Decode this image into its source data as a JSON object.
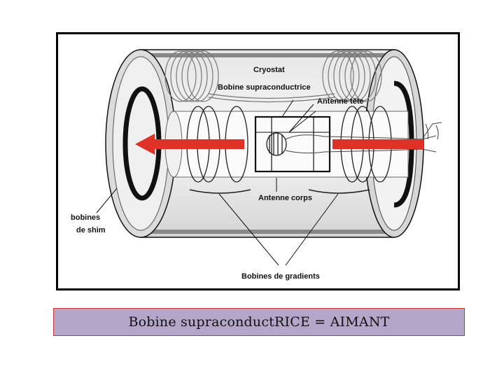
{
  "diagram": {
    "labels": {
      "cryostat": "Cryostat",
      "bobine_supra": "Bobine supraconductrice",
      "antenne_tete": "Antenne tête",
      "antenne_corps": "Antenne corps",
      "bobines_shim_line1": "bobines",
      "bobines_shim_line2": "de shim",
      "bobines_gradients": "Bobines de gradients"
    },
    "colors": {
      "field_arrow": "#e03127",
      "outline": "#111111",
      "cylinder_shade": "#cfcfcf"
    }
  },
  "caption": {
    "text": "Bobine supraconductRICE = AIMANT"
  }
}
